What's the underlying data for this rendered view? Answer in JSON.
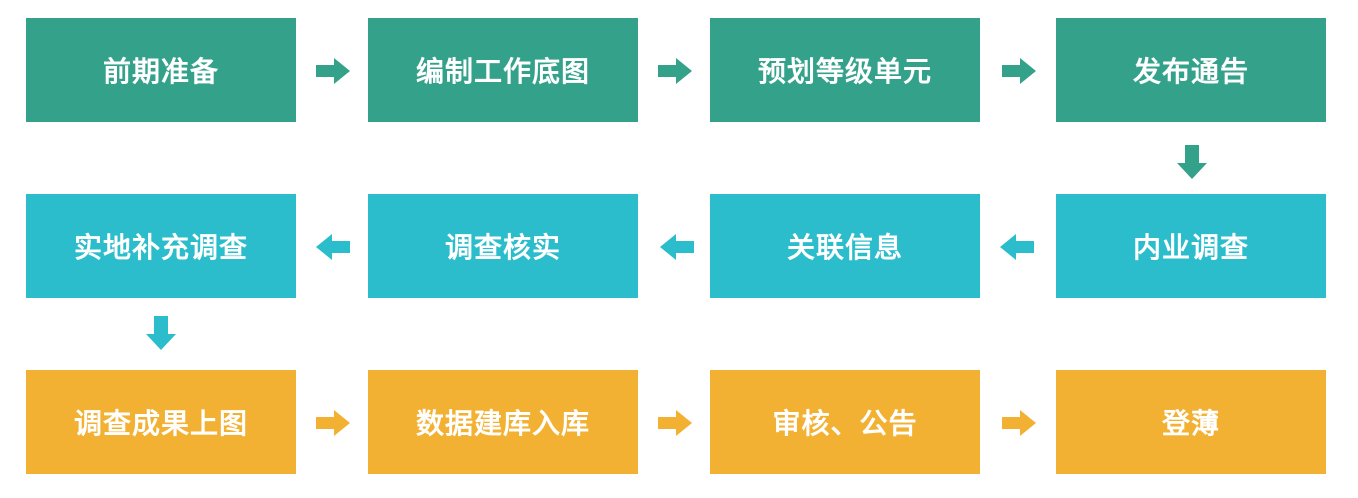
{
  "colors": {
    "row1": "#34a28b",
    "row2": "#2cbdcc",
    "row3": "#f3b133"
  },
  "icons": {
    "right": "arrow-right-icon",
    "left": "arrow-left-icon",
    "down": "arrow-down-icon"
  },
  "steps": [
    {
      "label": "前期准备"
    },
    {
      "label": "编制工作底图"
    },
    {
      "label": "预划等级单元"
    },
    {
      "label": "发布通告"
    },
    {
      "label": "内业调查"
    },
    {
      "label": "关联信息"
    },
    {
      "label": "调查核实"
    },
    {
      "label": "实地补充调查"
    },
    {
      "label": "调查成果上图"
    },
    {
      "label": "数据建库入库"
    },
    {
      "label": "审核、公告"
    },
    {
      "label": "登薄"
    }
  ]
}
